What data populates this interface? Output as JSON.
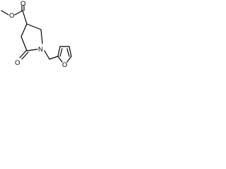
{
  "molecule": {
    "atoms": {
      "o_ester_carbonyl": "O",
      "o_ester_ether": "O",
      "n_lactam": "N",
      "o_lactam": "O",
      "o_furan": "O"
    }
  }
}
